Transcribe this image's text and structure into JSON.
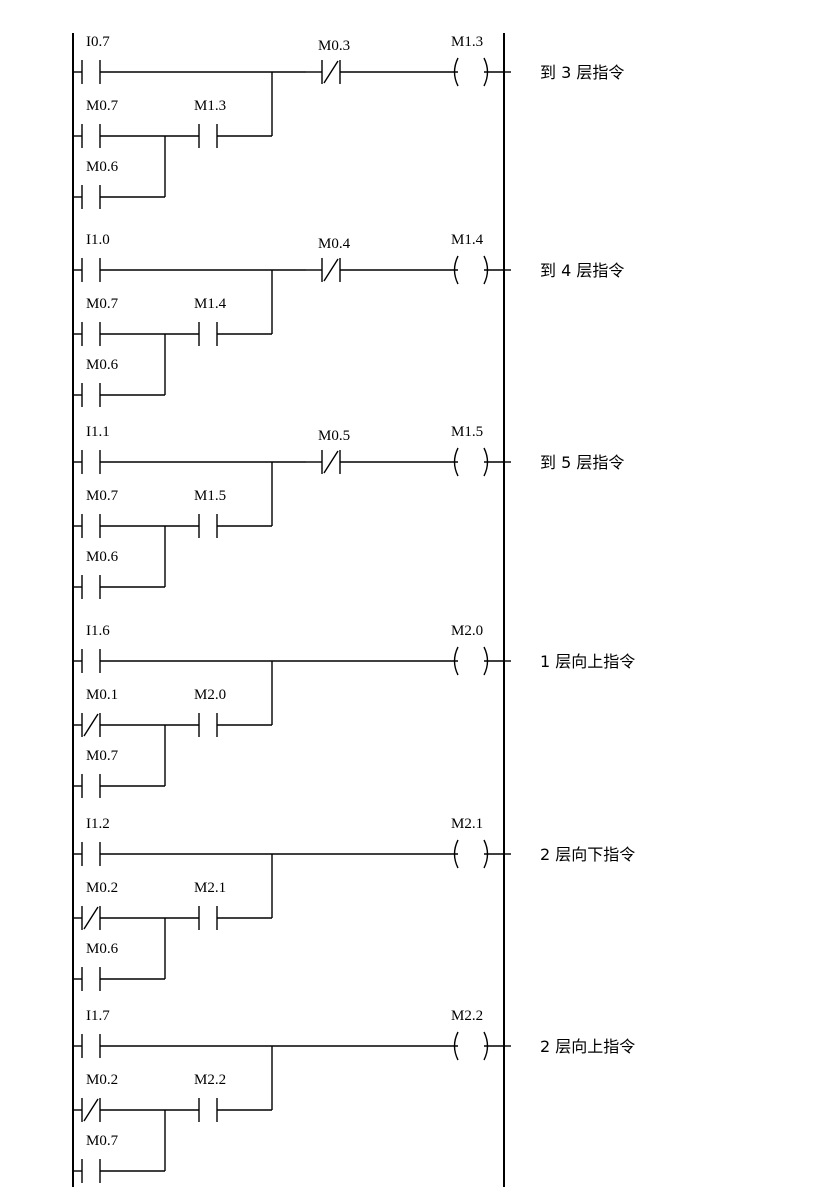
{
  "rungs": [
    {
      "row1": "I0.7",
      "row1_type": "NO",
      "row2": "M0.7",
      "row2_type": "NO",
      "hold": "M1.3",
      "row3": "M0.6",
      "row3_type": "NO",
      "interlock": "M0.3",
      "coil": "M1.3",
      "comment": "到 3 层指令"
    },
    {
      "row1": "I1.0",
      "row1_type": "NO",
      "row2": "M0.7",
      "row2_type": "NO",
      "hold": "M1.4",
      "row3": "M0.6",
      "row3_type": "NO",
      "interlock": "M0.4",
      "coil": "M1.4",
      "comment": "到 4 层指令"
    },
    {
      "row1": "I1.1",
      "row1_type": "NO",
      "row2": "M0.7",
      "row2_type": "NO",
      "hold": "M1.5",
      "row3": "M0.6",
      "row3_type": "NO",
      "interlock": "M0.5",
      "coil": "M1.5",
      "comment": "到 5 层指令"
    },
    {
      "row1": "I1.6",
      "row1_type": "NO",
      "row2": "M0.1",
      "row2_type": "NC",
      "hold": "M2.0",
      "row3": "M0.7",
      "row3_type": "NO",
      "interlock": "",
      "coil": "M2.0",
      "comment": "1 层向上指令"
    },
    {
      "row1": "I1.2",
      "row1_type": "NO",
      "row2": "M0.2",
      "row2_type": "NC",
      "hold": "M2.1",
      "row3": "M0.6",
      "row3_type": "NO",
      "interlock": "",
      "coil": "M2.1",
      "comment": "2 层向下指令"
    },
    {
      "row1": "I1.7",
      "row1_type": "NO",
      "row2": "M0.2",
      "row2_type": "NC",
      "hold": "M2.2",
      "row3": "M0.7",
      "row3_type": "NO",
      "interlock": "",
      "coil": "M2.2",
      "comment": "2 层向上指令"
    }
  ]
}
